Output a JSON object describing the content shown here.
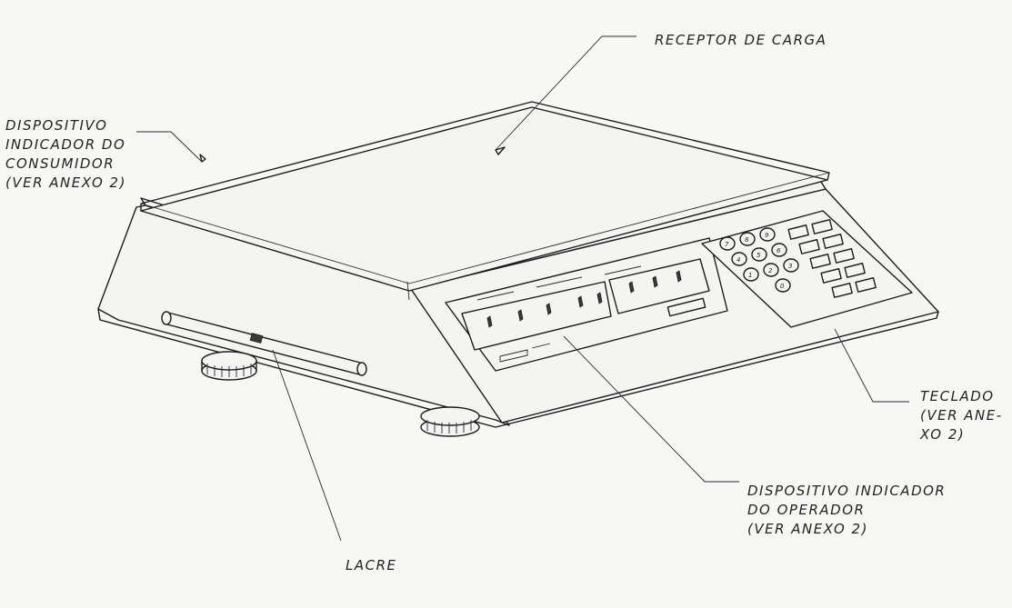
{
  "labels": {
    "receptor": "RECEPTOR DE CARGA",
    "consumidor": [
      "DISPOSITIVO",
      "INDICADOR DO",
      "CONSUMIDOR",
      "(VER ANEXO 2)"
    ],
    "teclado": [
      "TECLADO",
      "(VER ANE-",
      "XO 2)"
    ],
    "operador": [
      "DISPOSITIVO INDICADOR",
      "DO OPERADOR",
      "(VER ANEXO 2)"
    ],
    "lacre": "LACRE"
  },
  "keypad": {
    "keys": [
      "7",
      "8",
      "9",
      "4",
      "5",
      "6",
      "1",
      "2",
      "3",
      "0"
    ]
  },
  "colors": {
    "ink": "#1c1c1c",
    "paper": "#f7f7f5"
  }
}
